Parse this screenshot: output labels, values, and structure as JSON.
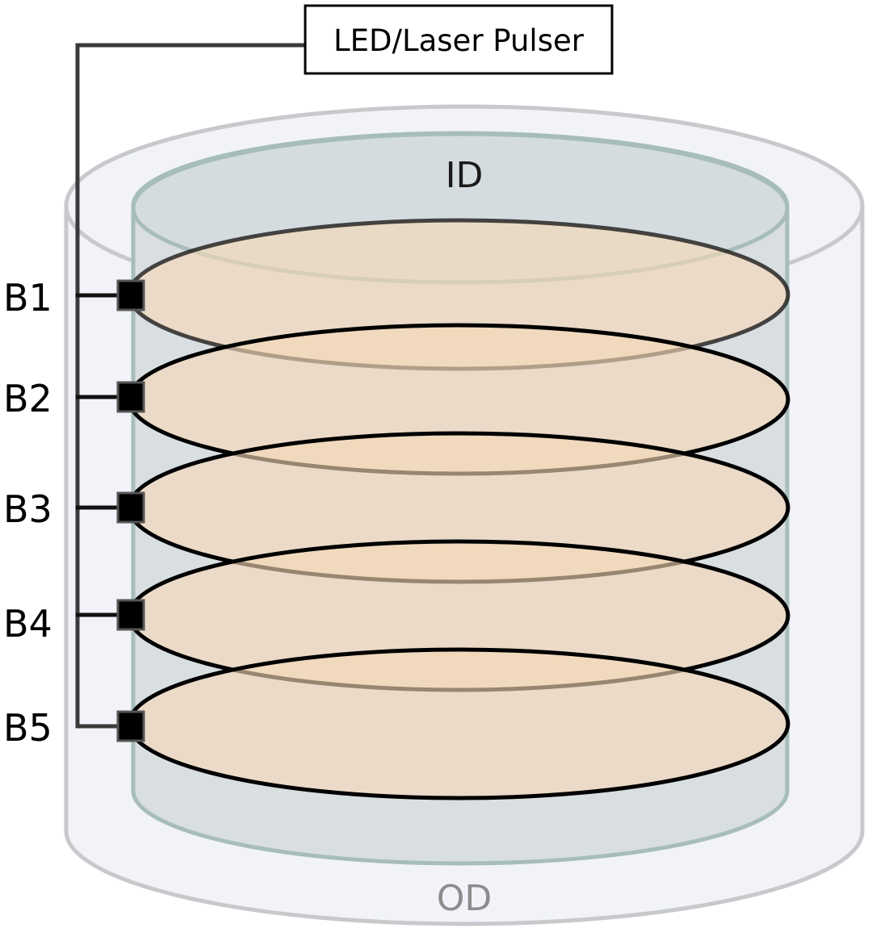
{
  "pulser": {
    "label": "LED/Laser Pulser"
  },
  "detectors": {
    "inner_label": "ID",
    "outer_label": "OD"
  },
  "balls": [
    {
      "label": "B1"
    },
    {
      "label": "B2"
    },
    {
      "label": "B3"
    },
    {
      "label": "B4"
    },
    {
      "label": "B5"
    }
  ],
  "colors": {
    "outer_fill": "#f1f3f9",
    "outer_stroke": "#c8c9cc",
    "inner_fill": "#d9dee1",
    "inner_stroke": "#a7bdb9",
    "disk_fill": "#f6d9b6",
    "disk_stroke": "#000000",
    "wire": "#3a3a3a",
    "connector": "#000000"
  }
}
